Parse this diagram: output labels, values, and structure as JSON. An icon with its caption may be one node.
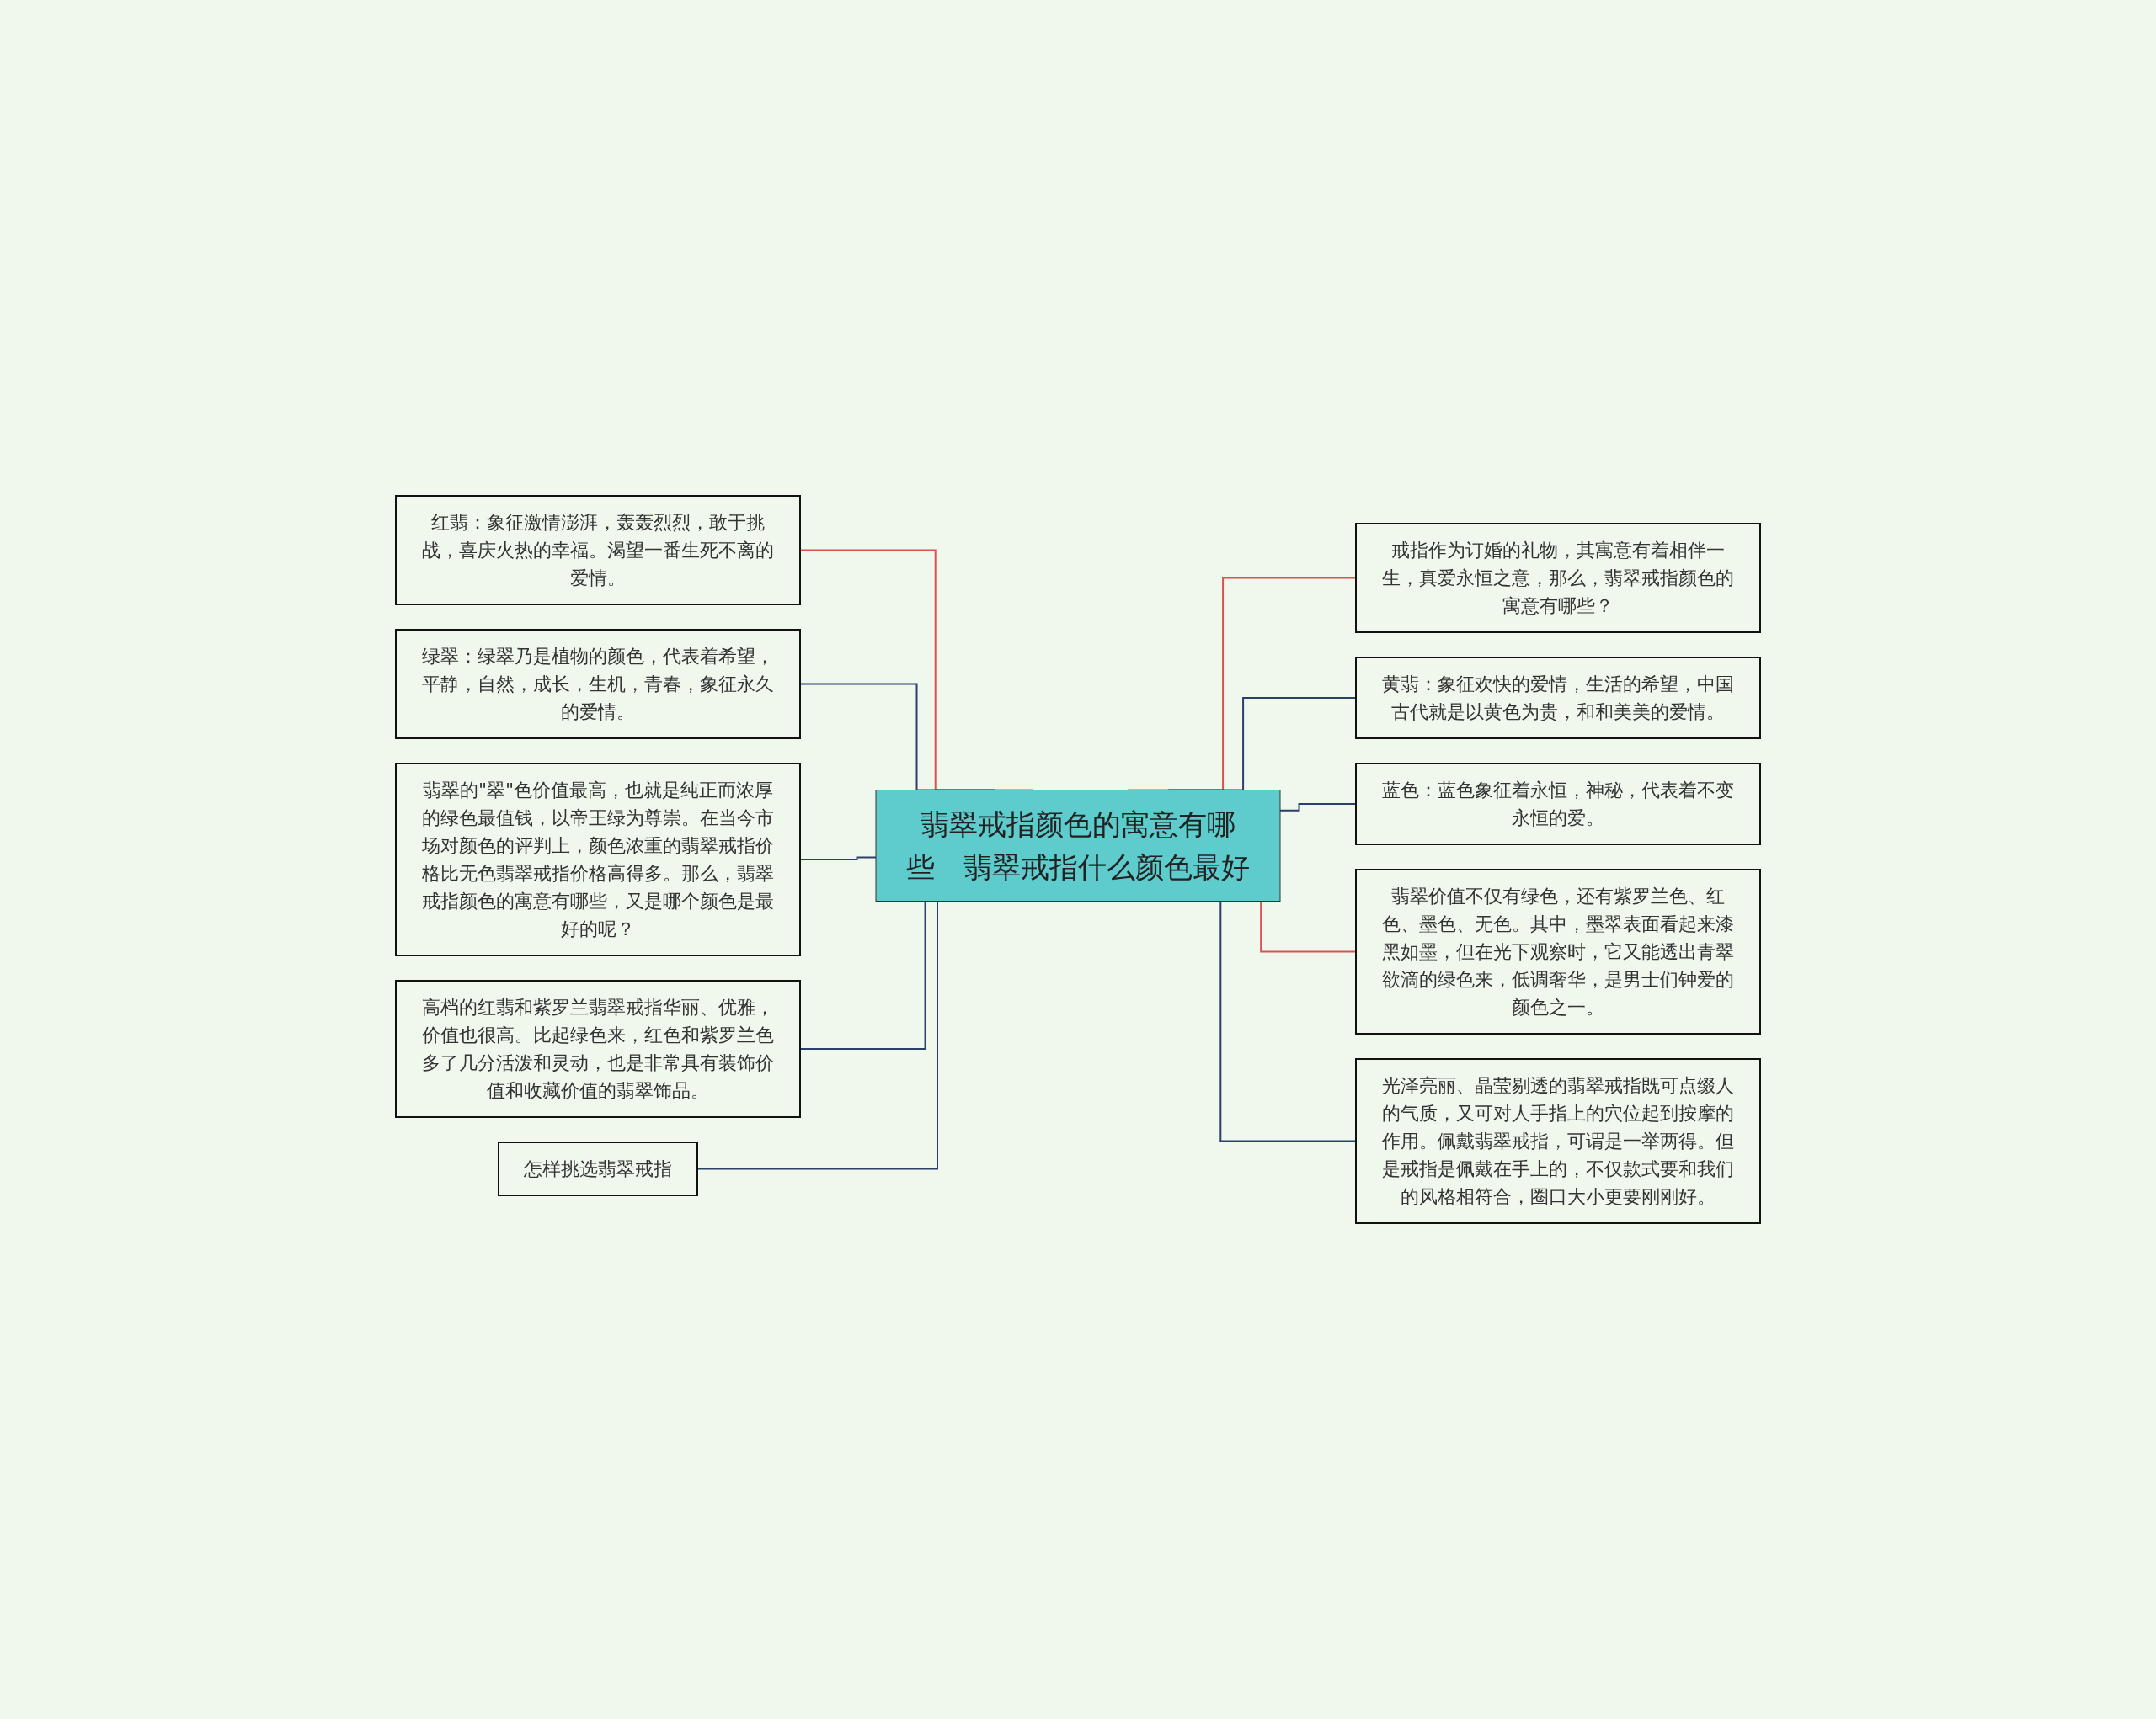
{
  "diagram": {
    "nodes": [
      {
        "text": [
          "翡翠戒指颜色的寓意有哪些　翡翠戒指什么颜色最好"
        ]
      },
      {
        "text": [
          "红翡：象征激情澎湃，轰轰烈烈，敢于挑战，喜庆火热的幸福。渴望一番生死不离的爱情。"
        ]
      },
      {
        "text": [
          "绿翠：绿翠乃是植物的颜色，代表着希望，平静，自然，成长，生机，青春，象征永久的爱情。"
        ]
      },
      {
        "text": [
          "翡翠的\"翠\"色价值最高，也就是纯正而浓厚的绿色最值钱，以帝王绿为尊崇。在当今市场对颜色的评判上，颜色浓重的翡翠戒指价格比无色翡翠戒指价格高得多。那么，翡翠戒指颜色的寓意有哪些，又是哪个颜色是最好的呢？"
        ]
      },
      {
        "text": [
          "高档的红翡和紫罗兰翡翠戒指华丽、优雅，价值也很高。比起绿色来，红色和紫罗兰色多了几分活泼和灵动，也是非常具有装饰价值和收藏价值的翡翠饰品。"
        ]
      },
      {
        "text": [
          "怎样挑选翡翠戒指"
        ]
      },
      {
        "text": [
          "戒指作为订婚的礼物，其寓意有着相伴一生，真爱永恒之意，那么，翡翠戒指颜色的寓意有哪些？"
        ]
      },
      {
        "text": [
          "黄翡：象征欢快的爱情，生活的希望，中国古代就是以黄色为贵，和和美美的爱情。"
        ]
      },
      {
        "text": [
          "蓝色：蓝色象征着永恒，神秘，代表着不变永恒的爱。"
        ]
      },
      {
        "text": [
          "翡翠价值不仅有绿色，还有紫罗兰色、红色、墨色、无色。其中，墨翠表面看起来漆黑如墨，但在光下观察时，它又能透出青翠欲滴的绿色来，低调奢华，是男士们钟爱的颜色之一。"
        ]
      },
      {
        "text": [
          "光泽亮丽、晶莹剔透的翡翠戒指既可点缀人的气质，又可对人手指上的穴位起到按摩的作用。佩戴翡翠戒指，可谓是一举两得。但是戒指是佩戴在手上的，不仅款式要和我们的风格相符合，圈口大小更要刚刚好。"
        ]
      }
    ],
    "edges": [
      {
        "from": 0,
        "to": 1,
        "arrow": "none",
        "color": "#d9534f"
      },
      {
        "from": 0,
        "to": 2,
        "arrow": "none"
      },
      {
        "from": 0,
        "to": 3,
        "arrow": "none"
      },
      {
        "from": 0,
        "to": 4,
        "arrow": "none"
      },
      {
        "from": 0,
        "to": 5,
        "arrow": "none"
      },
      {
        "from": 0,
        "to": 6,
        "arrow": "none",
        "color": "#d9534f"
      },
      {
        "from": 0,
        "to": 7,
        "arrow": "none"
      },
      {
        "from": 0,
        "to": 8,
        "arrow": "none"
      },
      {
        "from": 0,
        "to": 9,
        "arrow": "none",
        "color": "#d9534f"
      },
      {
        "from": 0,
        "to": 10,
        "arrow": "none"
      }
    ]
  }
}
